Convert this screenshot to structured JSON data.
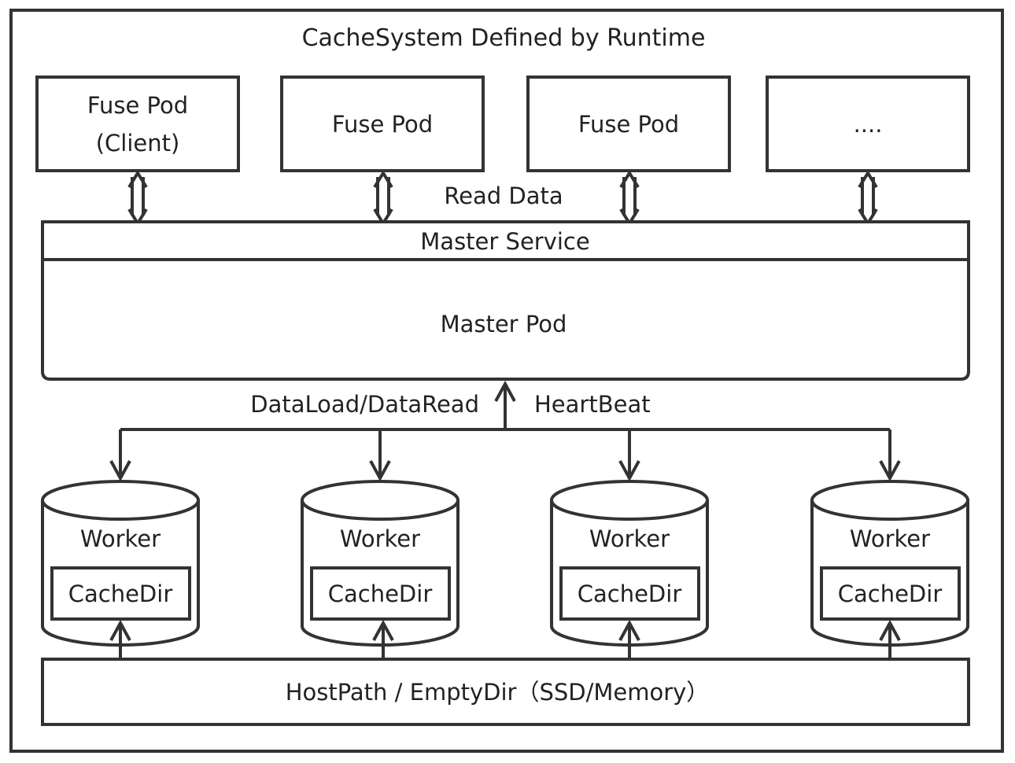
{
  "title": "CacheSystem Defined by Runtime",
  "fuse_pods": [
    {
      "line1": "Fuse Pod",
      "line2": "(Client)"
    },
    {
      "line1": "Fuse Pod",
      "line2": ""
    },
    {
      "line1": "Fuse Pod",
      "line2": ""
    },
    {
      "line1": "....",
      "line2": ""
    }
  ],
  "read_data_label": "Read Data",
  "master_service_label": "Master Service",
  "master_pod_label": "Master Pod",
  "dataload_label": "DataLoad/DataRead",
  "heartbeat_label": "HeartBeat",
  "workers": [
    {
      "label": "Worker",
      "cache_label": "CacheDir"
    },
    {
      "label": "Worker",
      "cache_label": "CacheDir"
    },
    {
      "label": "Worker",
      "cache_label": "CacheDir"
    },
    {
      "label": "Worker",
      "cache_label": "CacheDir"
    }
  ],
  "storage_label": "HostPath / EmptyDir（SSD/Memory）",
  "colors": {
    "stroke": "#333333",
    "text": "#222222",
    "background": "#ffffff"
  }
}
